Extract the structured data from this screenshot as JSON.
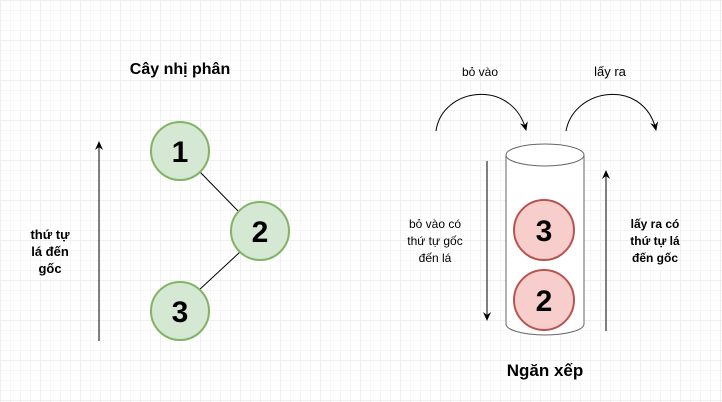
{
  "tree": {
    "title": "Cây nhị phân",
    "nodes": [
      {
        "label": "1",
        "fill": "#d5e8d4",
        "stroke": "#82b366"
      },
      {
        "label": "2",
        "fill": "#d5e8d4",
        "stroke": "#82b366"
      },
      {
        "label": "3",
        "fill": "#d5e8d4",
        "stroke": "#82b366"
      }
    ],
    "arrow_label": "thứ tự\nlá đến\ngốc"
  },
  "stack": {
    "title": "Ngăn xếp",
    "items": [
      {
        "label": "3",
        "fill": "#f8cecc",
        "stroke": "#b85450"
      },
      {
        "label": "2",
        "fill": "#f8cecc",
        "stroke": "#b85450"
      }
    ],
    "push_label": "bỏ vào",
    "pop_label": "lấy ra",
    "push_order_label": "bỏ vào có\nthứ tự gốc\nđến lá",
    "pop_order_label": "lấy ra có\nthứ tự lá\nđến gốc"
  }
}
